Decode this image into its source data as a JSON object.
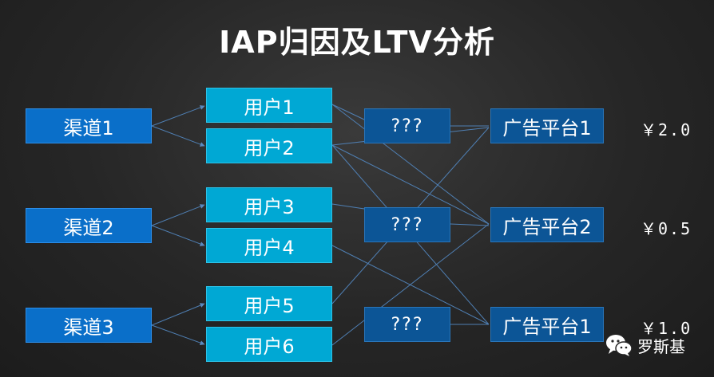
{
  "title": "IAP归因及LTV分析",
  "channels": [
    "渠道1",
    "渠道2",
    "渠道3"
  ],
  "users": [
    "用户1",
    "用户2",
    "用户3",
    "用户4",
    "用户5",
    "用户6"
  ],
  "unknowns": [
    "???",
    "???",
    "???"
  ],
  "platforms": [
    "广告平台1",
    "广告平台2",
    "广告平台1"
  ],
  "prices": [
    "￥2.0",
    "￥0.5",
    "￥1.0"
  ],
  "watermark": "罗斯基",
  "colors": {
    "channel": "#0a6fc9",
    "user": "#00a8d4",
    "unknown": "#0c5596",
    "platform": "#0c5596",
    "line": "#4f7fb3"
  }
}
